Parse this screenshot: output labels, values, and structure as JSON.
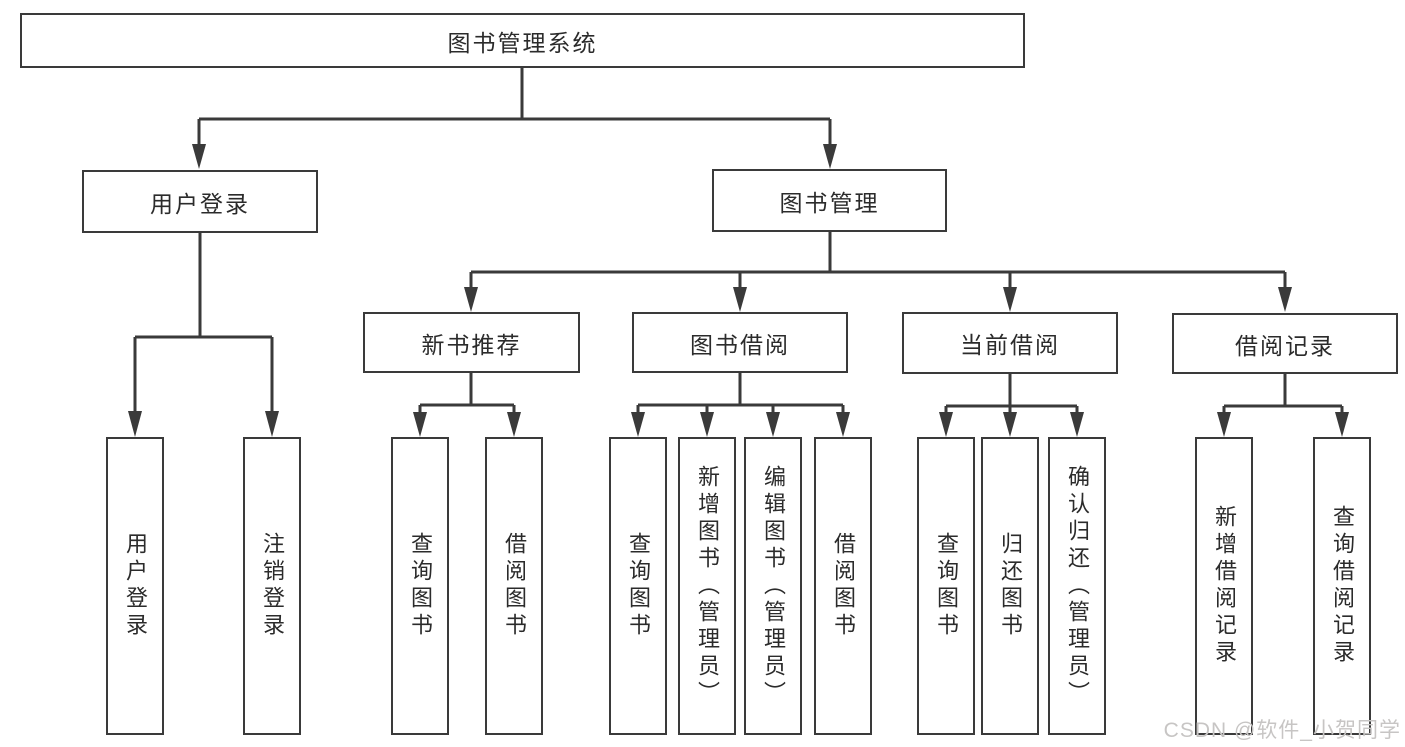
{
  "diagram": {
    "type": "hierarchy-tree",
    "root_label": "图书管理系统",
    "level2": [
      "用户登录",
      "图书管理"
    ],
    "level3": [
      "新书推荐",
      "图书借阅",
      "当前借阅",
      "借阅记录"
    ],
    "leaves": {
      "user_login": [
        "用户登录",
        "注销登录"
      ],
      "new_books": [
        "查询图书",
        "借阅图书"
      ],
      "book_borrow": [
        "查询图书",
        "新增图书（管理员）",
        "编辑图书（管理员）",
        "借阅图书"
      ],
      "current_borrow": [
        "查询图书",
        "归还图书",
        "确认归还（管理员）"
      ],
      "borrow_records": [
        "新增借阅记录",
        "查询借阅记录"
      ]
    },
    "edges": [
      "图书管理系统→用户登录",
      "图书管理系统→图书管理",
      "用户登录→用户登录",
      "用户登录→注销登录",
      "图书管理→新书推荐",
      "图书管理→图书借阅",
      "图书管理→当前借阅",
      "图书管理→借阅记录",
      "新书推荐→查询图书",
      "新书推荐→借阅图书",
      "图书借阅→查询图书",
      "图书借阅→新增图书（管理员）",
      "图书借阅→编辑图书（管理员）",
      "图书借阅→借阅图书",
      "当前借阅→查询图书",
      "当前借阅→归还图书",
      "当前借阅→确认归还（管理员）",
      "借阅记录→新增借阅记录",
      "借阅记录→查询借阅记录"
    ]
  },
  "watermark": {
    "text": "CSDN @软件_小贺同学"
  },
  "colors": {
    "line": "#3a3a3a",
    "box_border": "#3a3a3a",
    "text": "#2b2b2b",
    "background": "#ffffff",
    "watermark": "#c7c5c4"
  }
}
